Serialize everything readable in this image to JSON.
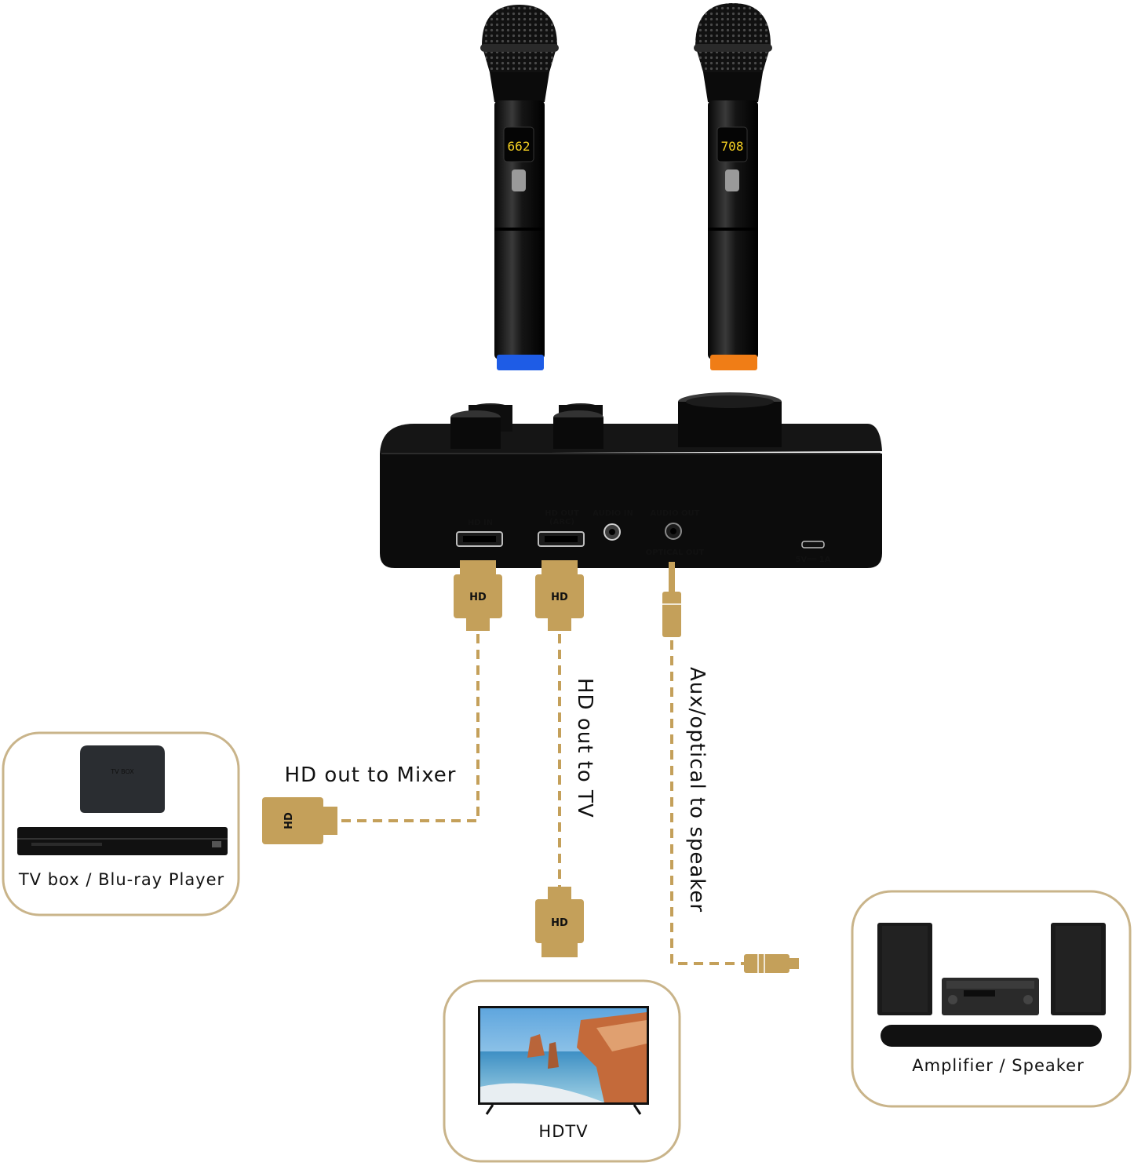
{
  "colors": {
    "gold": "#c4a05a",
    "frame": "#c9b48a",
    "device": "#0c0c0c",
    "mic_blue": "#1e5ce6",
    "mic_orange": "#f07d16"
  },
  "microphones": [
    {
      "display": "662",
      "ring": "blue"
    },
    {
      "display": "708",
      "ring": "orange"
    }
  ],
  "mixer": {
    "ports": {
      "hd_in": "HD  IN",
      "hd_out": "HD OUT",
      "hd_out_arc": "(ARC)",
      "audio_in": "AUDIO IN",
      "audio_out": "AUDIO OUT",
      "optical_out": "OPTICAL OUT",
      "power": "5V══ 1A"
    }
  },
  "connector_label": "HD",
  "cables": {
    "hd_out_to_mixer": "HD out to Mixer",
    "hd_out_to_tv": "HD out to TV",
    "aux_optical": "Aux/optical to speaker"
  },
  "devices": {
    "tv_box_label": "TV box / Blu-ray Player",
    "tv_box_text": "TV BOX",
    "hdtv_label": "HDTV",
    "amp_label": "Amplifier / Speaker"
  }
}
